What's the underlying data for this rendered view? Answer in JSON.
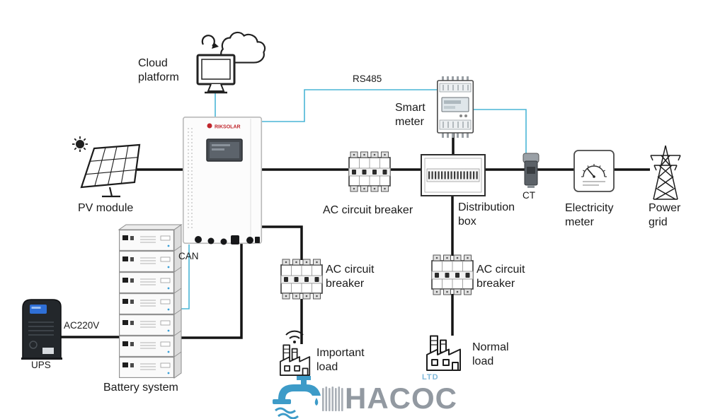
{
  "diagram": {
    "colors": {
      "power_line": "#141414",
      "comm_line": "#4ab5d6",
      "text": "#1a1a1a",
      "brand_red": "#c0272d",
      "watermark_gray": "#8d949d",
      "watermark_blue": "#3d9bc8"
    },
    "nodes": {
      "cloud_platform": {
        "label": "Cloud\nplatform"
      },
      "smart_meter": {
        "label": "Smart\nmeter"
      },
      "pv_module": {
        "label": "PV module"
      },
      "inverter": {
        "brand": "RIKSOLAR"
      },
      "ac_breaker_main": {
        "label": "AC circuit breaker"
      },
      "distribution_box": {
        "label": "Distribution\nbox"
      },
      "ct": {
        "label": "CT"
      },
      "electricity_meter": {
        "label": "Electricity\nmeter"
      },
      "power_grid": {
        "label": "Power\ngrid"
      },
      "battery_system": {
        "label": "Battery system"
      },
      "ups": {
        "label": "UPS"
      },
      "ac_breaker_important": {
        "label": "AC circuit\nbreaker"
      },
      "ac_breaker_normal": {
        "label": "AC circuit\nbreaker"
      },
      "important_load": {
        "label": "Important\nload"
      },
      "normal_load": {
        "label": "Normal\nload"
      }
    },
    "wires": {
      "rs485": {
        "label": "RS485"
      },
      "can": {
        "label": "CAN"
      },
      "ac220v": {
        "label": "AC220V"
      }
    },
    "watermark": {
      "name": "HACOC",
      "suffix": "LTD"
    }
  }
}
